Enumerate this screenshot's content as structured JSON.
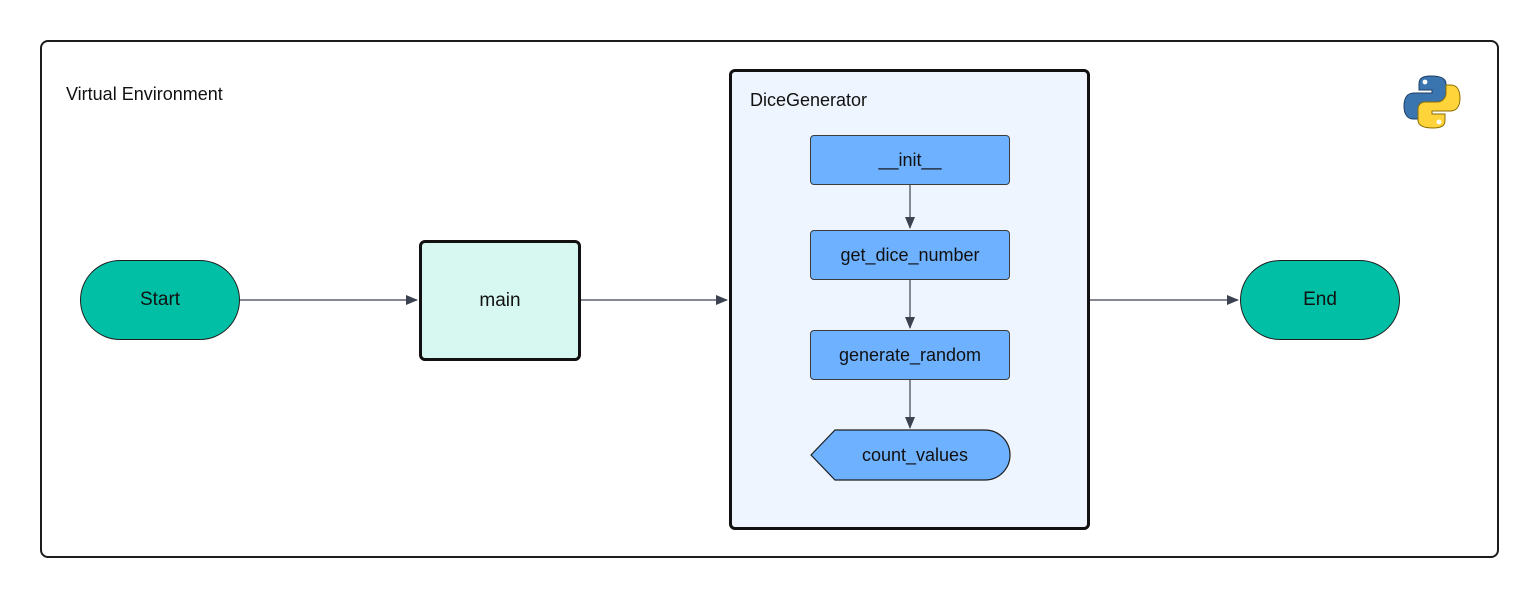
{
  "environment": {
    "label": "Virtual Environment",
    "icon": "python-logo-icon"
  },
  "nodes": {
    "start": "Start",
    "main": "main",
    "end": "End"
  },
  "class_box": {
    "label": "DiceGenerator",
    "methods": [
      "__init__",
      "get_dice_number",
      "generate_random"
    ],
    "output": "count_values"
  },
  "edges": [
    {
      "from": "Start",
      "to": "main"
    },
    {
      "from": "main",
      "to": "DiceGenerator"
    },
    {
      "from": "DiceGenerator",
      "to": "End"
    },
    {
      "from": "__init__",
      "to": "get_dice_number"
    },
    {
      "from": "get_dice_number",
      "to": "generate_random"
    },
    {
      "from": "generate_random",
      "to": "count_values"
    }
  ],
  "colors": {
    "terminal_fill": "#00bfa5",
    "main_fill": "#d7f7f1",
    "container_fill": "#eef5fe",
    "method_fill": "#6eb1ff",
    "border": "#111111",
    "arrow": "#3c4250"
  }
}
